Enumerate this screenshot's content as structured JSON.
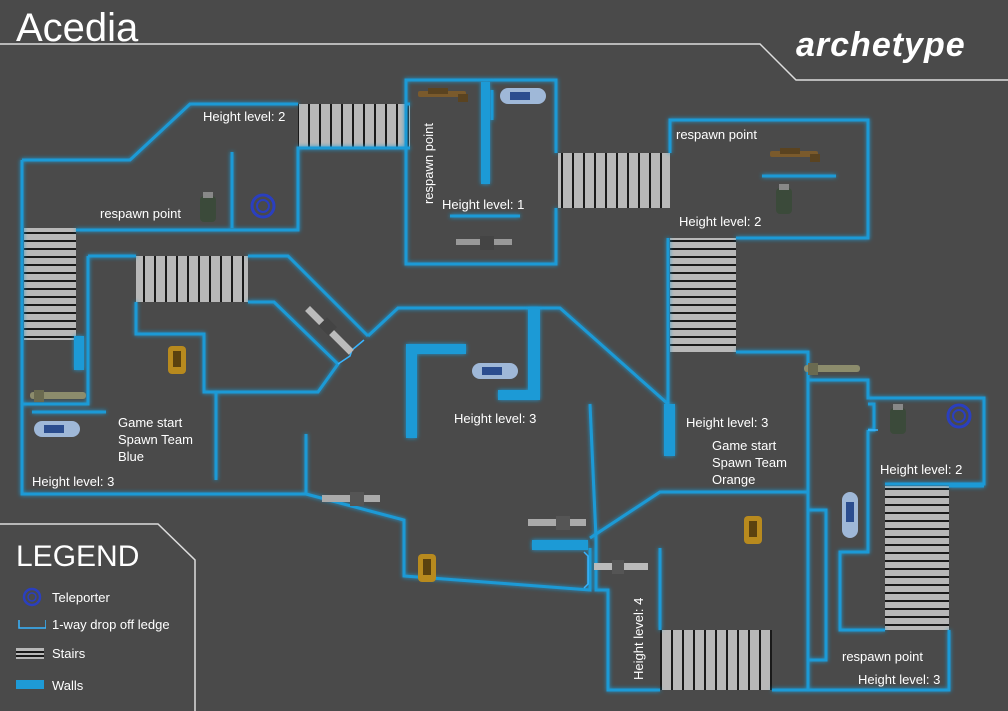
{
  "header": {
    "title": "Acedia",
    "logo_text": "archetype"
  },
  "labels": {
    "height_2_top": "Height level: 2",
    "respawn_left": "respawn point",
    "respawn_vertical": "respawn point",
    "height_1": "Height level: 1",
    "respawn_right_top": "respawn point",
    "height_2_right": "Height level: 2",
    "height_3_center": "Height level: 3",
    "height_3_right_center": "Height level: 3",
    "spawn_blue": "Game start\nSpawn Team\nBlue",
    "height_3_left": "Height level: 3",
    "spawn_orange": "Game start\nSpawn Team\nOrange",
    "height_2_right_low": "Height level: 2",
    "height_4": "Height level: 4",
    "respawn_bottom_right": "respawn point",
    "height_3_bottom_right": "Height level: 3"
  },
  "legend": {
    "title": "LEGEND",
    "teleporter": "Teleporter",
    "ledge": "1-way drop off ledge",
    "stairs": "Stairs",
    "walls": "Walls"
  },
  "colors": {
    "background": "#4a4a4a",
    "wall": "#1e9ad6",
    "glow": "#3fb0ff",
    "stairs_light": "#b8b8b8",
    "stairs_dark": "#1a1a1a",
    "teleporter": "#2a3fbf",
    "text": "#ffffff"
  },
  "icons": [
    "shotgun-icon",
    "plasma-rifle-icon",
    "grenade-icon",
    "teleporter-icon",
    "sniper-rifle-icon",
    "overshield-icon",
    "assault-rifle-icon",
    "needler-icon"
  ]
}
